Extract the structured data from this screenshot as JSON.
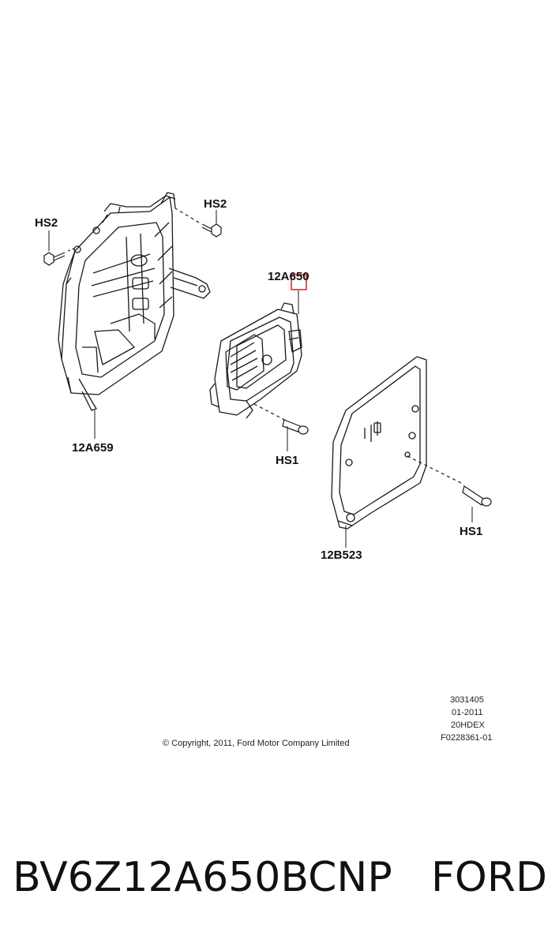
{
  "diagram": {
    "callouts": {
      "hs2_left": "HS2",
      "hs2_top": "HS2",
      "module": "12A650",
      "bracket": "12A659",
      "hs1_module": "HS1",
      "cover": "12B523",
      "hs1_cover": "HS1"
    },
    "copyright": "© Copyright, 2011, Ford Motor Company Limited",
    "reference": {
      "line1": "3031405",
      "line2": "01-2011",
      "line3": "20HDEX",
      "line4": "F0228361-01"
    },
    "highlight_color": "#d62020"
  },
  "footer": {
    "part_number": "BV6Z12A650BCNP",
    "brand": "FORD"
  }
}
